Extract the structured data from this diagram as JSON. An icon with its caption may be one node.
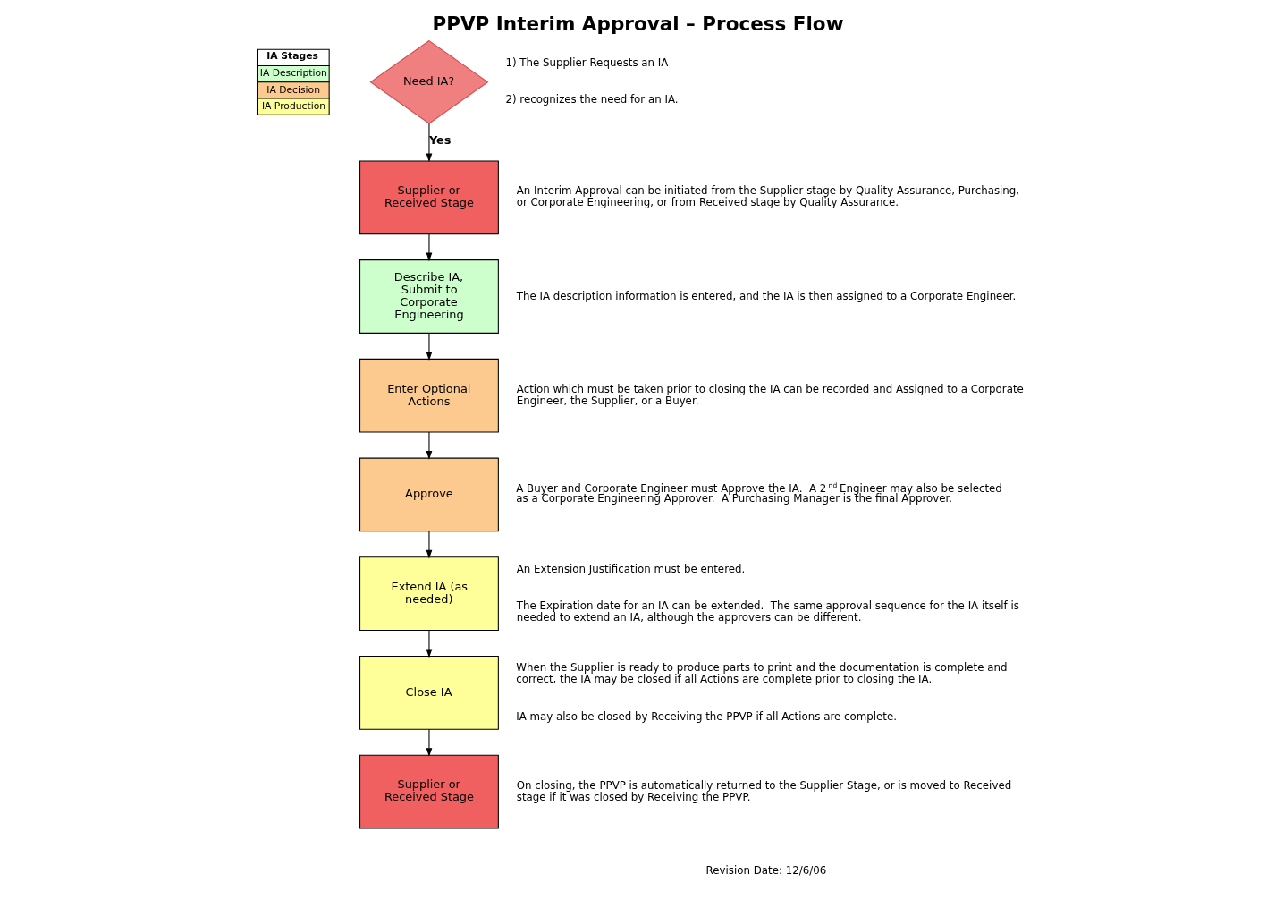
{
  "diagram": {
    "title": "PPVP Interim Approval – Process Flow",
    "nodes": [
      {
        "text": [
          "Need IA?"
        ],
        "beside": [
          "1) The Supplier Requests an IA",
          "2) recognizes the need for an IA."
        ]
      },
      {
        "text": [
          "Supplier or Received Stage"
        ],
        "beside": [
          "An Interim Approval can be initiated from the Supplier stage by Quality Assurance, Purchasing, or Corporate Engineering, or from Received stage by Quality Assurance."
        ]
      },
      {
        "text": [
          "Describe IA, Submit to Corporate Engineering"
        ],
        "beside": [
          "The IA description information is entered, and the IA is then assigned to a Corporate Engineer."
        ]
      },
      {
        "text": [
          "Enter Optional Actions"
        ],
        "beside": [
          "Action which must be taken prior to closing the IA can be recorded and Assigned to a Corporate Engineer, the Supplier, or a Buyer."
        ]
      },
      {
        "text": [
          "Approve"
        ],
        "beside": [
          "A Buyer and Corporate Engineer must Approve the IA.  A 2$^{nd}$ Engineer may also be selected as a Corporate Engineering Approver.  A Purchasing Manager is the final Approver."
        ]
      },
      {
        "text": [
          "Extend IA (as needed)"
        ],
        "beside": [
          "An Extension Justification must be entered.",
          "The Expiration date for an IA can be extended.  The same approval sequence for the IA itself is needed to extend an IA, although the approvers can be different."
        ]
      },
      {
        "text": [
          "Close IA"
        ],
        "beside": [
          "When the Supplier is ready to produce parts to print and the documentation is complete and correct, the IA may be closed if all Actions are complete prior to closing the IA.",
          "IA may also be closed by Receiving the PPVP if all Actions are complete."
        ]
      },
      {
        "text": [
          "Supplier or Received Stage"
        ],
        "beside": [
          "On closing, the PPVP is automatically returned to the Supplier Stage, or is moved to Received stage if it was closed by Receiving the PPVP."
        ]
      }
    ],
    "edges": [
      {
        "from": 0,
        "to": 1,
        "arrow": "to",
        "label": "Yes"
      },
      {
        "from": 1,
        "to": 2,
        "arrow": "to"
      },
      {
        "from": 2,
        "to": 3,
        "arrow": "to"
      },
      {
        "from": 3,
        "to": 4,
        "arrow": "to"
      },
      {
        "from": 4,
        "to": 5,
        "arrow": "to"
      },
      {
        "from": 5,
        "to": 6,
        "arrow": "to"
      },
      {
        "from": 6,
        "to": 7,
        "arrow": "to"
      }
    ],
    "labels": [
      "IA Stages",
      "Revision Date: 12/6/06"
    ],
    "legend": [
      {
        "text": "IA Description",
        "color": "#ccffcc"
      },
      {
        "text": "IA Decision",
        "color": "#fcc98f"
      },
      {
        "text": "IA Production",
        "color": "#ffff99"
      }
    ]
  }
}
